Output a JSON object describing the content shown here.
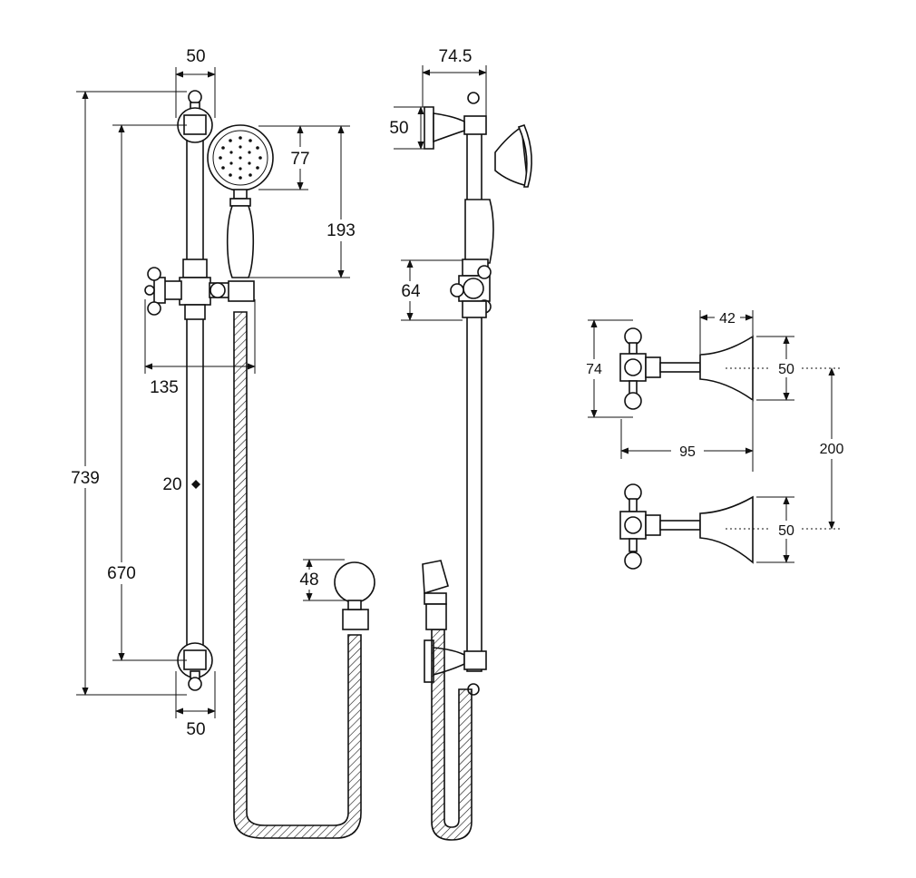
{
  "dimensions": {
    "top_bracket_width": "50",
    "bottom_bracket_width": "50",
    "overall_height": "739",
    "bracket_centres": "670",
    "rail_diameter": "20",
    "handpiece_head": "77",
    "handpiece_length": "193",
    "projection": "135",
    "elbow_height": "48",
    "side_projection": "74.5",
    "side_bracket": "50",
    "side_holder": "64",
    "tap_height": "74",
    "tap_spout": "42",
    "tap_flange_top": "50",
    "tap_length": "95",
    "tap_centres": "200",
    "tap_flange_bottom": "50"
  }
}
